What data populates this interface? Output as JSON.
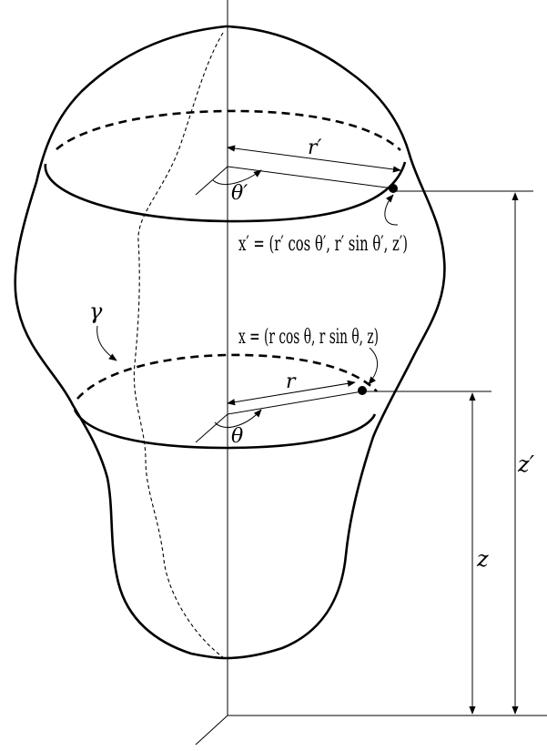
{
  "labels": {
    "r_prime": "r′",
    "theta_prime": "θ′",
    "x_prime_eq": "x′ = (r′ cos θ′, r′ sin θ′, z′)",
    "gamma": "γ",
    "x_eq": "x = (r cos θ, r sin θ, z)",
    "r": "r",
    "theta": "θ",
    "z_prime": "z′",
    "z": "z"
  },
  "colors": {
    "ink": "#000000",
    "background": "#ffffff"
  }
}
